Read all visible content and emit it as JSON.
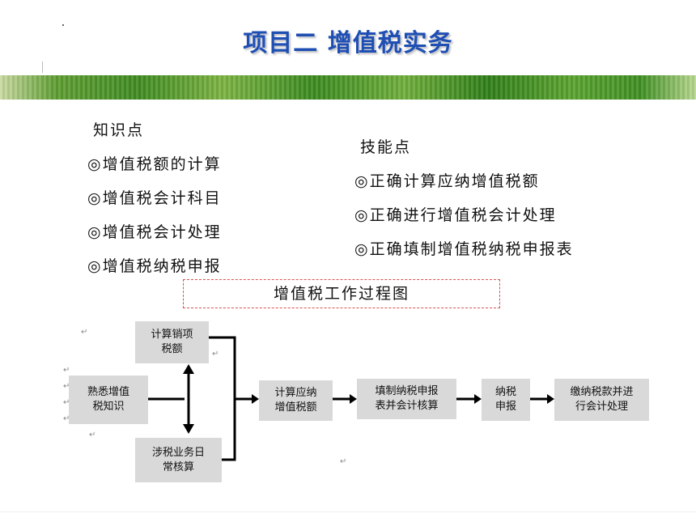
{
  "title": "项目二  增值税实务",
  "knowledge": {
    "heading": "知识点",
    "items": [
      "◎增值税额的计算",
      "◎增值税会计科目",
      "◎增值税会计处理",
      "◎增值税纳税申报"
    ]
  },
  "skills": {
    "heading": "技能点",
    "items": [
      "◎正确计算应纳增值税额",
      "◎正确进行增值税会计处理",
      "◎正确填制增值税纳税申报表"
    ]
  },
  "process": {
    "title": "增值税工作过程图",
    "boxes": {
      "familiar": [
        "熟悉增值",
        "税知识"
      ],
      "output_tax": [
        "计算销项",
        "税额"
      ],
      "daily_accounting": [
        "涉税业务日",
        "常核算"
      ],
      "calc_payable": [
        "计算应纳",
        "增值税额"
      ],
      "fill_return": [
        "填制纳税申报",
        "表并会计核算"
      ],
      "filing": [
        "纳税",
        "申报"
      ],
      "pay_tax": [
        "缴纳税款并进",
        "行会计处理"
      ]
    },
    "para_mark": "↵"
  },
  "colors": {
    "title": "#1f4fb4",
    "box": "#d9d9d9",
    "arrow": "#000000",
    "dashed_border": "#d9534f"
  }
}
